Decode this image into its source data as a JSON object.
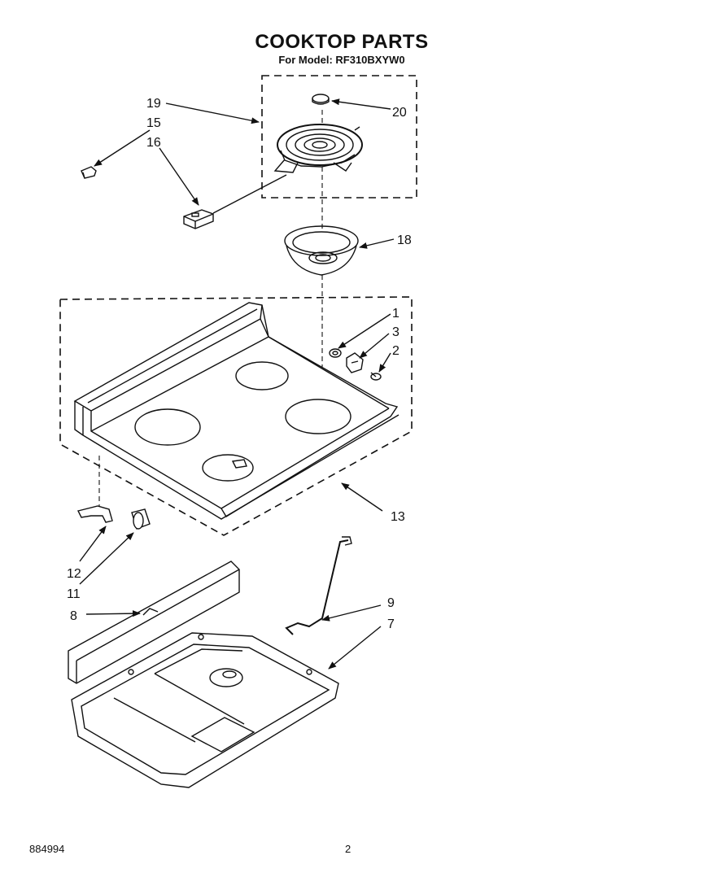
{
  "page": {
    "title": "COOKTOP PARTS",
    "subtitle": "For Model: RF310BXYW0",
    "doc_number": "884994",
    "page_number": "2"
  },
  "callouts": {
    "c1": "1",
    "c2": "2",
    "c3": "3",
    "c7": "7",
    "c8": "8",
    "c9": "9",
    "c11": "11",
    "c12": "12",
    "c13": "13",
    "c15": "15",
    "c16": "16",
    "c18": "18",
    "c19": "19",
    "c20": "20"
  }
}
